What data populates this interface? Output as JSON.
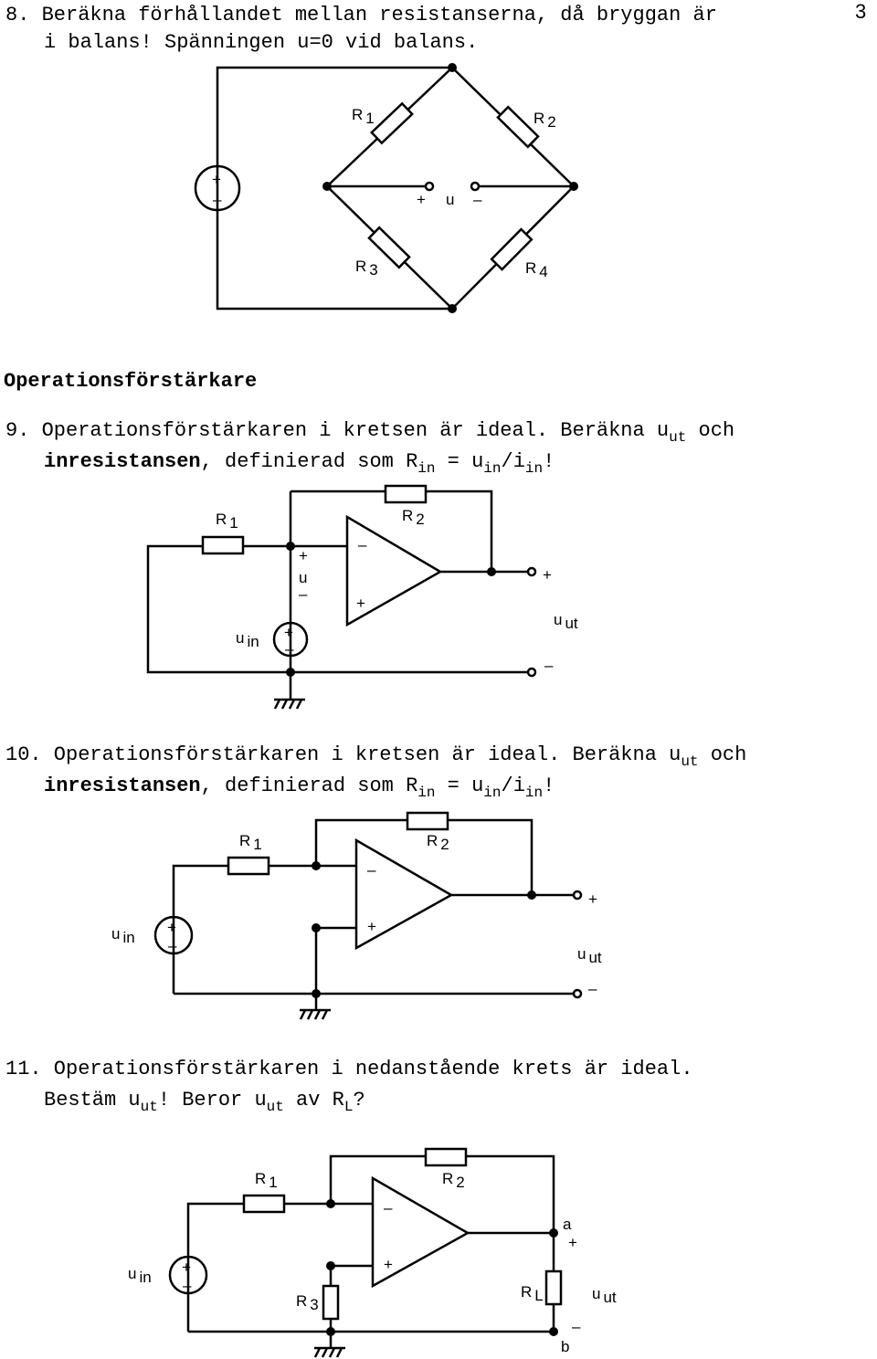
{
  "page_number": "3",
  "problem8": {
    "line1": "8. Beräkna förhållandet mellan resistanserna, då bryggan är",
    "line2": "i balans! Spänningen u=0 vid balans.",
    "labels": {
      "R": "R",
      "r1": "1",
      "r2": "2",
      "r3": "3",
      "r4": "4",
      "plus": "+",
      "minus": "–",
      "u": "u"
    }
  },
  "section_heading": "Operationsförstärkare",
  "problem9": {
    "l1_a": "9. Operationsförstärkaren i kretsen är ideal. Beräkna u",
    "l1_sub": "ut",
    "l1_b": " och",
    "l2_bold": "inresistansen",
    "l2_a": ", definierad som R",
    "l2_s1": "in",
    "l2_b": " = u",
    "l2_s2": "in",
    "l2_c": "/i",
    "l2_s3": "in",
    "l2_d": "!",
    "labels": {
      "R": "R",
      "r1": "1",
      "r2": "2",
      "u": "u",
      "in": "in",
      "ut": "ut",
      "plus": "+",
      "minus": "–"
    }
  },
  "problem10": {
    "l1_a": "10. Operationsförstärkaren i kretsen är ideal. Beräkna u",
    "l1_sub": "ut",
    "l1_b": " och",
    "l2_bold": "inresistansen",
    "l2_a": ", definierad som R",
    "l2_s1": "in",
    "l2_b": " = u",
    "l2_s2": "in",
    "l2_c": "/i",
    "l2_s3": "in",
    "l2_d": "!",
    "labels": {
      "R": "R",
      "r1": "1",
      "r2": "2",
      "u": "u",
      "in": "in",
      "ut": "ut",
      "plus": "+",
      "minus": "–"
    }
  },
  "problem11": {
    "l1": "11. Operationsförstärkaren i nedanstående krets är ideal.",
    "l2_a": "Bestäm u",
    "l2_s1": "ut",
    "l2_b": "! Beror u",
    "l2_s2": "ut",
    "l2_c": " av R",
    "l2_s3": "L",
    "l2_d": "?",
    "labels": {
      "R": "R",
      "r1": "1",
      "r2": "2",
      "r3": "3",
      "L": "L",
      "u": "u",
      "in": "in",
      "ut": "ut",
      "a": "a",
      "b": "b",
      "plus": "+",
      "minus": "–"
    }
  },
  "colors": {
    "ink": "#000000",
    "paper": "#ffffff"
  }
}
